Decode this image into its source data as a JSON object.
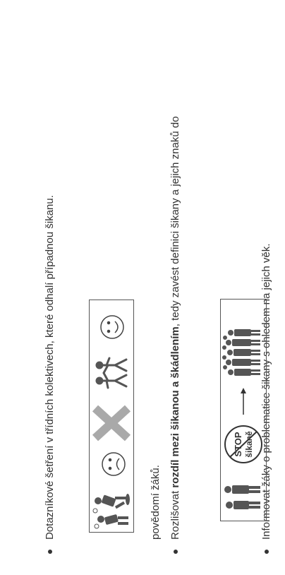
{
  "items": [
    {
      "text": "Informovat žáky o problematice šikany s ohledem na jejich věk."
    },
    {
      "prefix": "Rozlišovat ",
      "bold": "rozdíl mezi šikanou a škádlením",
      "suffix": ", tedy zavést definici šikany a jejich znaků do",
      "continuation": "povědomí žáků."
    },
    {
      "text": "Dotazníkové šetření v třídních kolektivech, které odhalí případnou šikanu."
    }
  ],
  "stop_sign": {
    "line1": "STOP",
    "line2": "šikaně"
  },
  "colors": {
    "text": "#333333",
    "cross": "#a9a9a9",
    "stop_slash": "#333333"
  }
}
